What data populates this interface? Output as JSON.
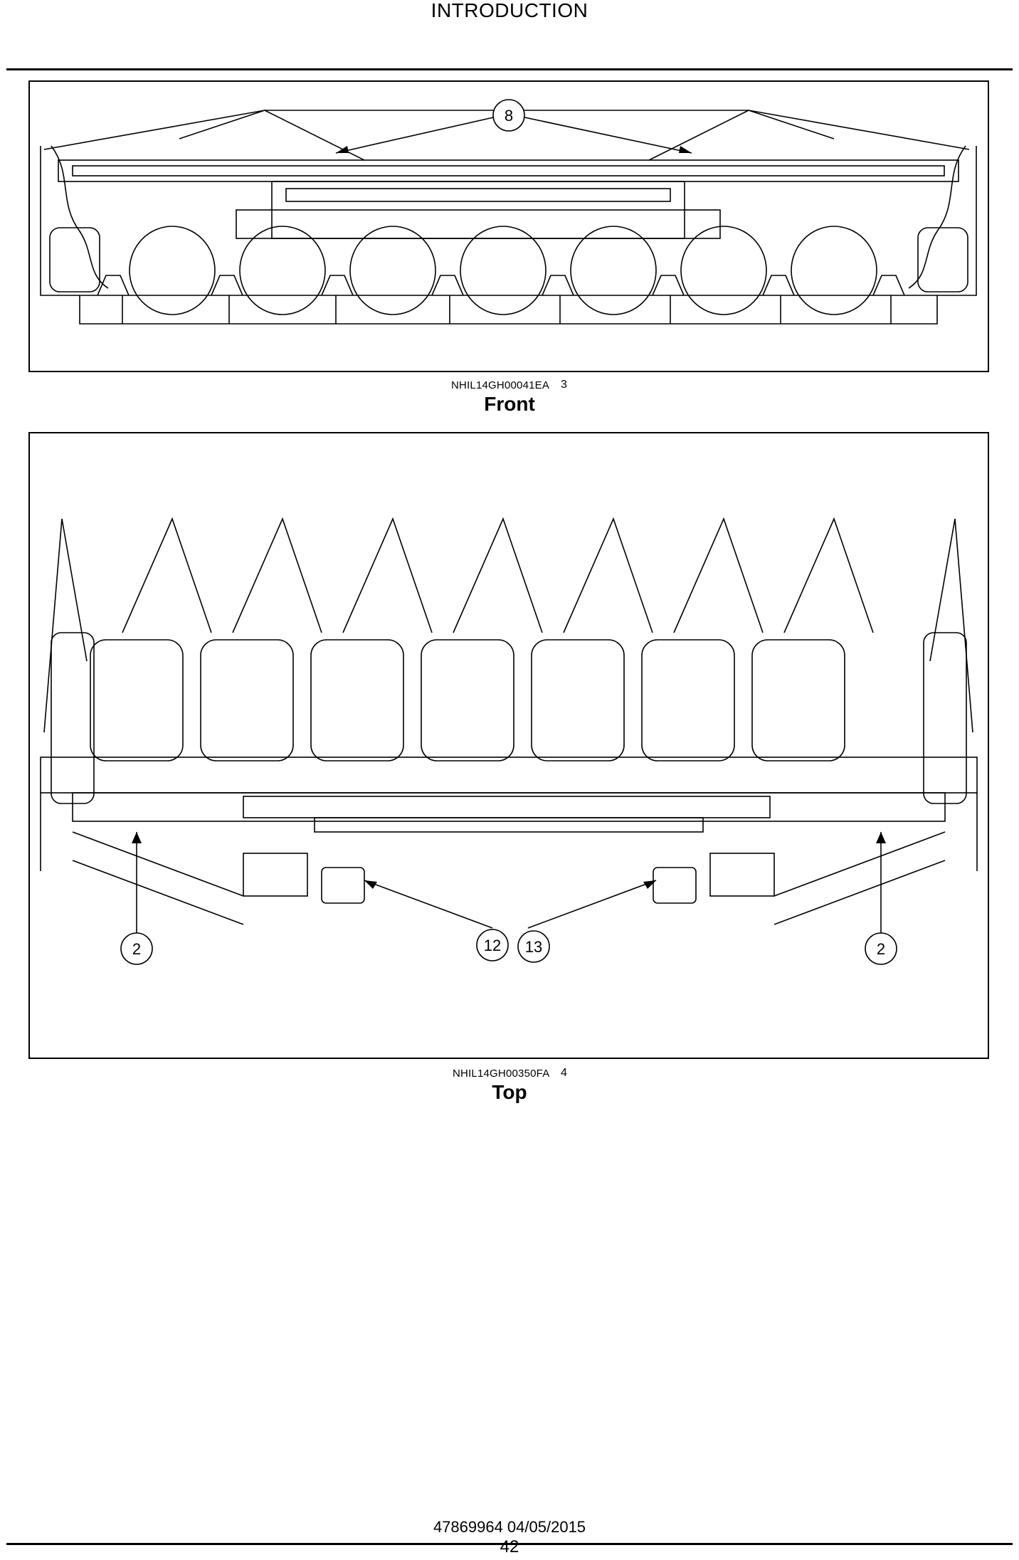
{
  "header": {
    "title": "INTRODUCTION"
  },
  "figure3": {
    "image_id": "NHIL14GH00041EA",
    "number": "3",
    "caption": "Front",
    "callouts": [
      "8"
    ]
  },
  "figure4": {
    "image_id": "NHIL14GH00350FA",
    "number": "4",
    "caption": "Top",
    "callouts": [
      "2",
      "12",
      "13",
      "2"
    ]
  },
  "footer": {
    "doc_ref": "47869964 04/05/2015",
    "page": "42"
  }
}
